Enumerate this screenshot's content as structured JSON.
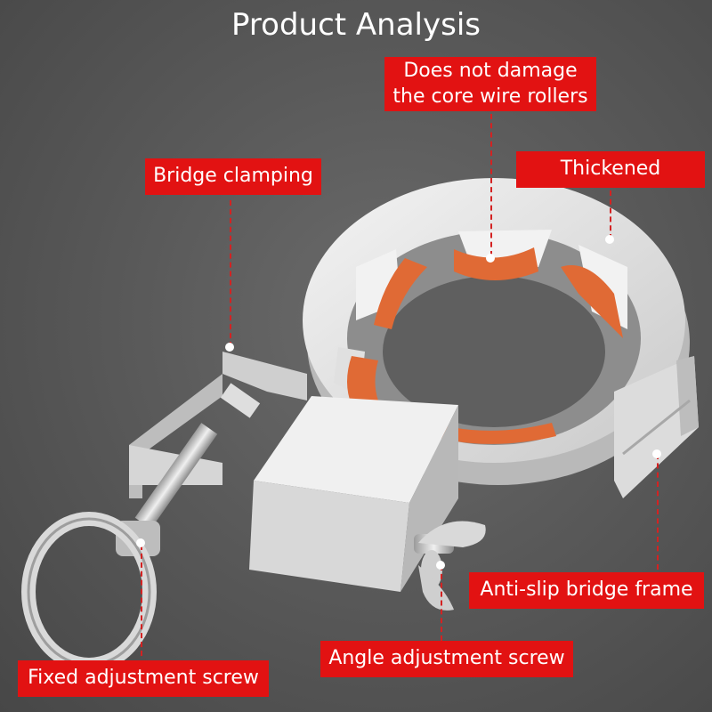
{
  "title": "Product Analysis",
  "callouts": {
    "does_not_damage_line1": "Does not damage",
    "does_not_damage_line2": "the core wire rollers",
    "bridge_clamping": "Bridge clamping",
    "thickened": "Thickened",
    "anti_slip": "Anti-slip bridge frame",
    "angle_screw": "Angle adjustment screw",
    "fixed_screw": "Fixed adjustment screw"
  },
  "colors": {
    "callout_red": "#e21212",
    "roller_orange": "#e06a35",
    "frame_white": "#e8e8e8",
    "background_gray": "#5a5a5a"
  }
}
